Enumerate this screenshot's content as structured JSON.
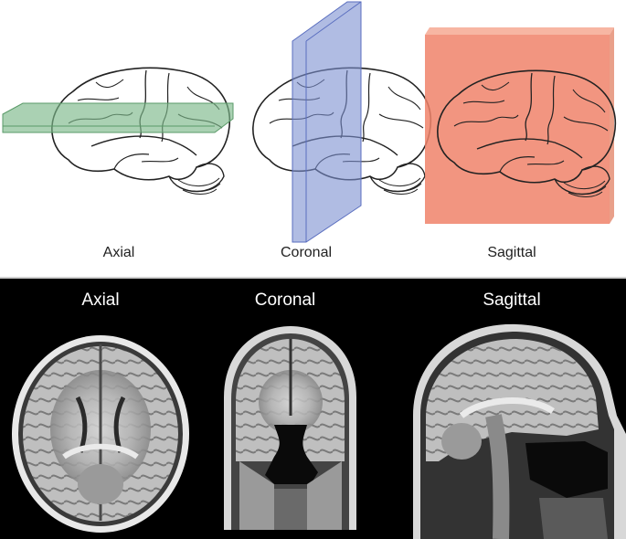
{
  "diagram": {
    "planes": [
      {
        "label": "Axial",
        "color": "#7db98a"
      },
      {
        "label": "Coronal",
        "color": "#7b8fd1"
      },
      {
        "label": "Sagittal",
        "color": "#f0836a"
      }
    ]
  },
  "scans": {
    "labels": [
      "Axial",
      "Coronal",
      "Sagittal"
    ]
  },
  "colors": {
    "background_top": "#ffffff",
    "background_bottom": "#000000",
    "text_top": "#222222",
    "text_bottom": "#ffffff"
  }
}
